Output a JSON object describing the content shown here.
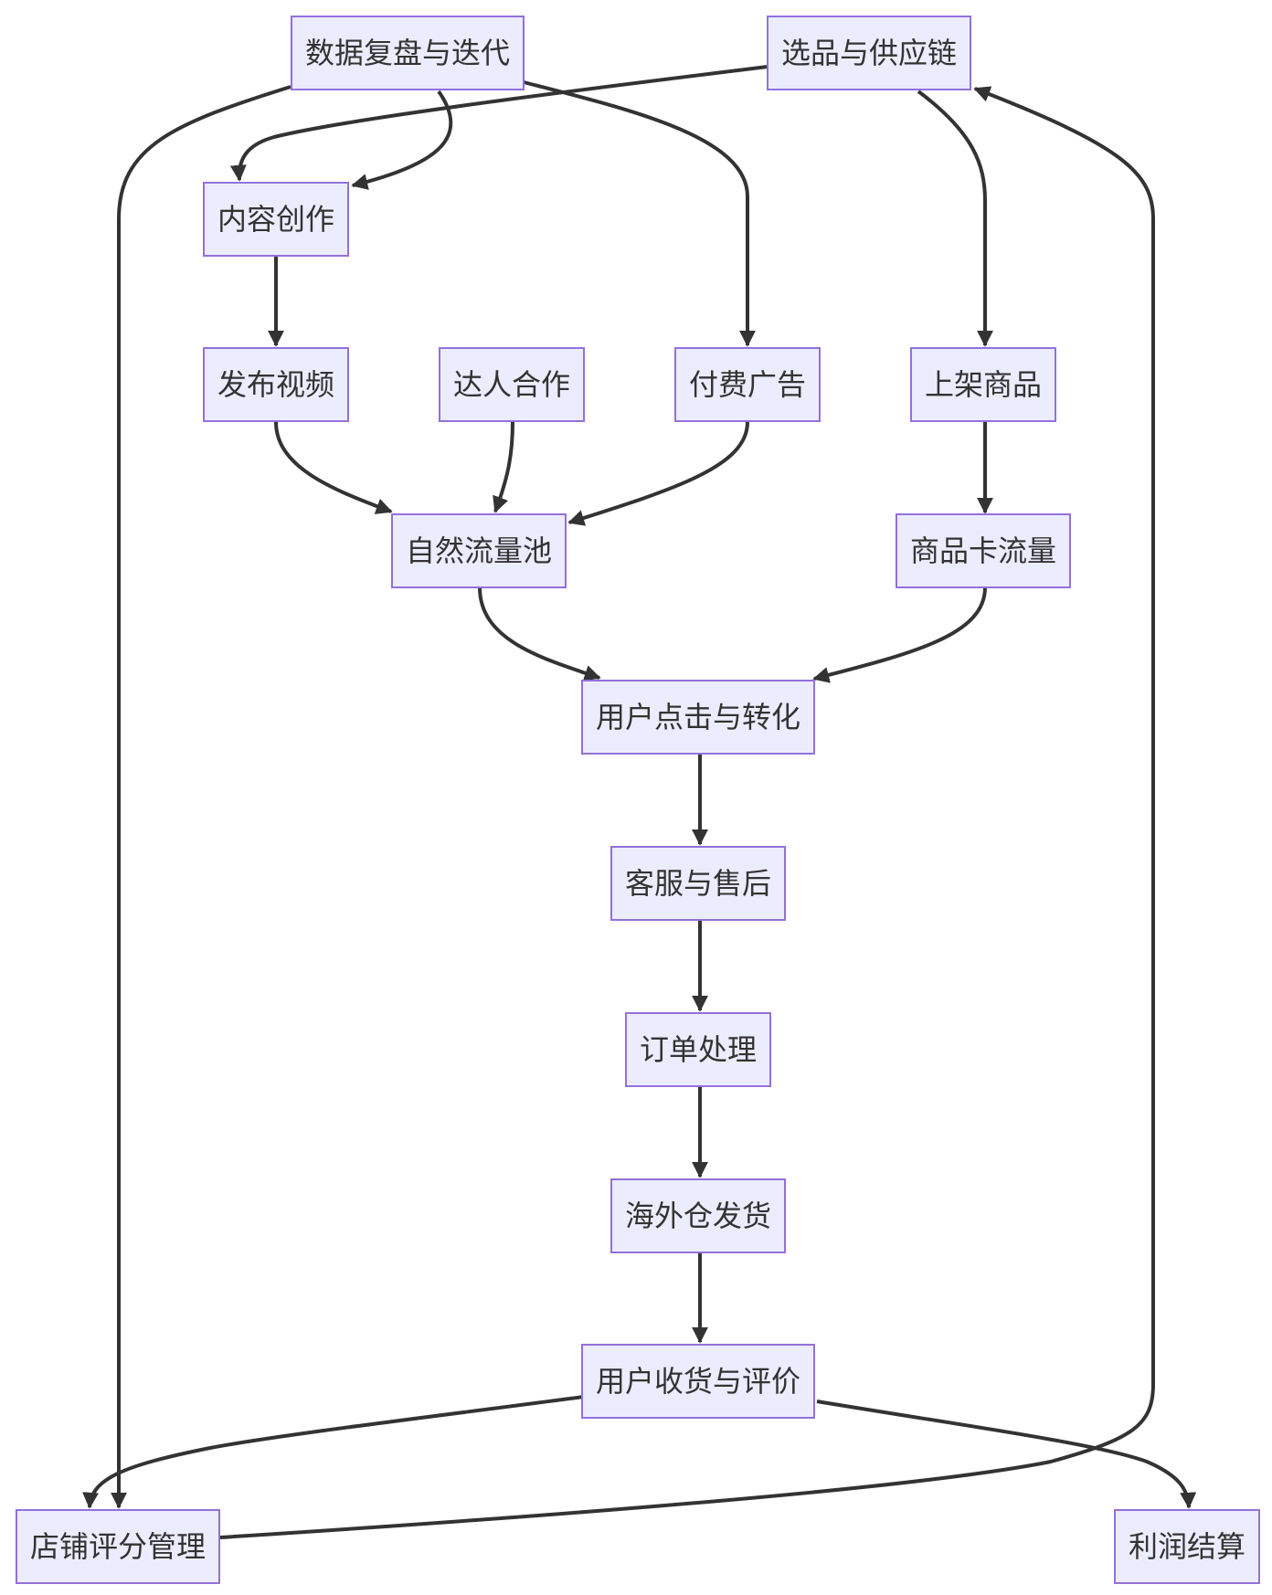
{
  "nodes": {
    "data_review": "数据复盘与迭代",
    "sourcing": "选品与供应链",
    "content": "内容创作",
    "publish_video": "发布视频",
    "influencer": "达人合作",
    "paid_ads": "付费广告",
    "list_product": "上架商品",
    "organic_pool": "自然流量池",
    "product_card": "商品卡流量",
    "click_convert": "用户点击与转化",
    "service": "客服与售后",
    "order": "订单处理",
    "shipping": "海外仓发货",
    "receive_review": "用户收货与评价",
    "store_rating": "店铺评分管理",
    "profit": "利润结算"
  },
  "edges": [
    [
      "data_review",
      "content"
    ],
    [
      "data_review",
      "paid_ads"
    ],
    [
      "data_review",
      "store_rating"
    ],
    [
      "sourcing",
      "content"
    ],
    [
      "sourcing",
      "list_product"
    ],
    [
      "content",
      "publish_video"
    ],
    [
      "publish_video",
      "organic_pool"
    ],
    [
      "influencer",
      "organic_pool"
    ],
    [
      "paid_ads",
      "organic_pool"
    ],
    [
      "list_product",
      "product_card"
    ],
    [
      "organic_pool",
      "click_convert"
    ],
    [
      "product_card",
      "click_convert"
    ],
    [
      "click_convert",
      "service"
    ],
    [
      "service",
      "order"
    ],
    [
      "order",
      "shipping"
    ],
    [
      "shipping",
      "receive_review"
    ],
    [
      "receive_review",
      "store_rating"
    ],
    [
      "receive_review",
      "profit"
    ],
    [
      "store_rating",
      "sourcing"
    ]
  ],
  "colors": {
    "node_fill": "#ECECFF",
    "node_stroke": "#9370DB",
    "edge": "#333333",
    "text": "#333333"
  }
}
